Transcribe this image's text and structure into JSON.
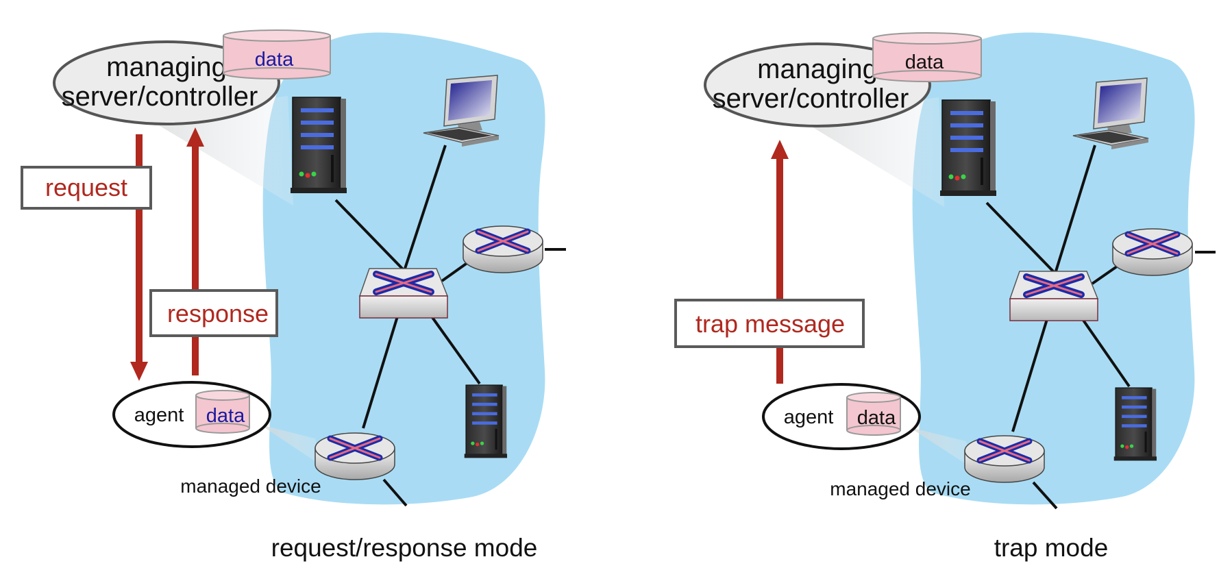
{
  "colors": {
    "cloud": "#a9dcf4",
    "arrow": "#b0281e",
    "db_fill": "#f4c6cf",
    "data_blue": "#1a1aa0",
    "message_text": "#b0281e"
  },
  "left_panel": {
    "controller_label_line1": "managing",
    "controller_label_line2": "server/controller",
    "controller_db_label": "data",
    "request_label": "request",
    "response_label": "response",
    "agent_label": "agent",
    "agent_db_label": "data",
    "device_label": "managed device",
    "caption": "request/response mode"
  },
  "right_panel": {
    "controller_label_line1": "managing",
    "controller_label_line2": "server/controller",
    "controller_db_label": "data",
    "trap_label": "trap message",
    "agent_label": "agent",
    "agent_db_label": "data",
    "device_label": "managed device",
    "caption": "trap mode"
  },
  "icons": [
    "server-icon",
    "desktop-computer-icon",
    "router-icon",
    "switch-icon",
    "database-icon",
    "arrow-up-icon",
    "arrow-down-icon"
  ]
}
